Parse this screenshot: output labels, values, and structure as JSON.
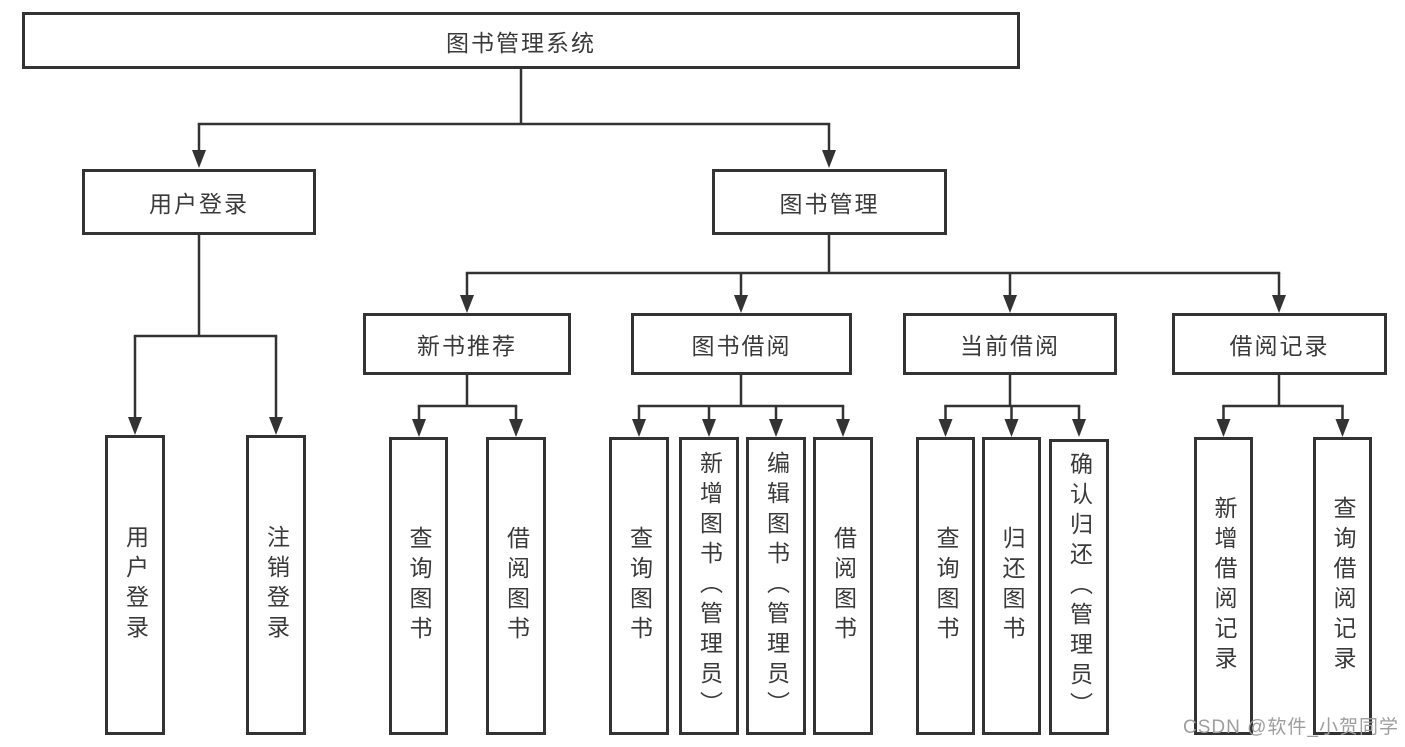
{
  "nodes": {
    "root": "图书管理系统",
    "level2": {
      "user_login": "用户登录",
      "book_mgmt": "图书管理"
    },
    "level3": {
      "new_book_rec": "新书推荐",
      "book_borrow": "图书借阅",
      "current_borrow": "当前借阅",
      "borrow_records": "借阅记录"
    },
    "leaves": {
      "g1": [
        "用户登录",
        "注销登录"
      ],
      "g2": [
        "查询图书",
        "借阅图书"
      ],
      "g3": [
        "查询图书",
        "新增图书（管理员）",
        "编辑图书（管理员）",
        "借阅图书"
      ],
      "g4": [
        "查询图书",
        "归还图书",
        "确认归还（管理员）"
      ],
      "g5": [
        "新增借阅记录",
        "查询借阅记录"
      ]
    }
  },
  "watermark": "CSDN @软件_小贺同学",
  "colors": {
    "line": "#333333",
    "text": "#3a3a3a",
    "watermark": "#9e9e9e",
    "background": "#ffffff"
  }
}
